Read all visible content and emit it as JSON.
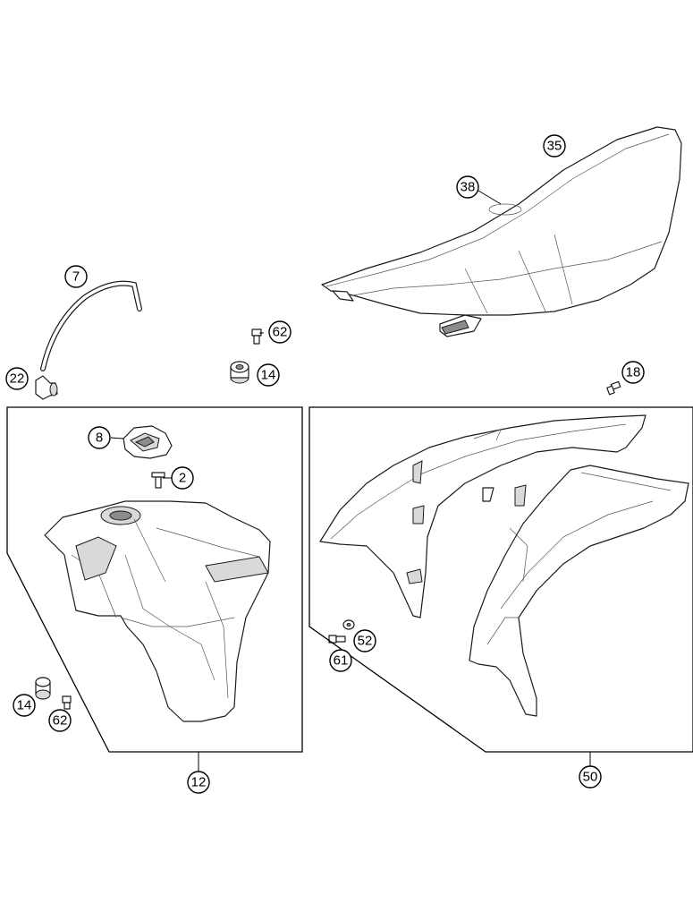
{
  "callouts": [
    {
      "id": "c35",
      "label": "35"
    },
    {
      "id": "c38",
      "label": "38"
    },
    {
      "id": "c7",
      "label": "7"
    },
    {
      "id": "c62a",
      "label": "62"
    },
    {
      "id": "c14a",
      "label": "14"
    },
    {
      "id": "c22",
      "label": "22"
    },
    {
      "id": "c18",
      "label": "18"
    },
    {
      "id": "c8",
      "label": "8"
    },
    {
      "id": "c2",
      "label": "2"
    },
    {
      "id": "c52",
      "label": "52"
    },
    {
      "id": "c61",
      "label": "61"
    },
    {
      "id": "c14b",
      "label": "14"
    },
    {
      "id": "c62b",
      "label": "62"
    },
    {
      "id": "c12",
      "label": "12"
    },
    {
      "id": "c50",
      "label": "50"
    }
  ]
}
